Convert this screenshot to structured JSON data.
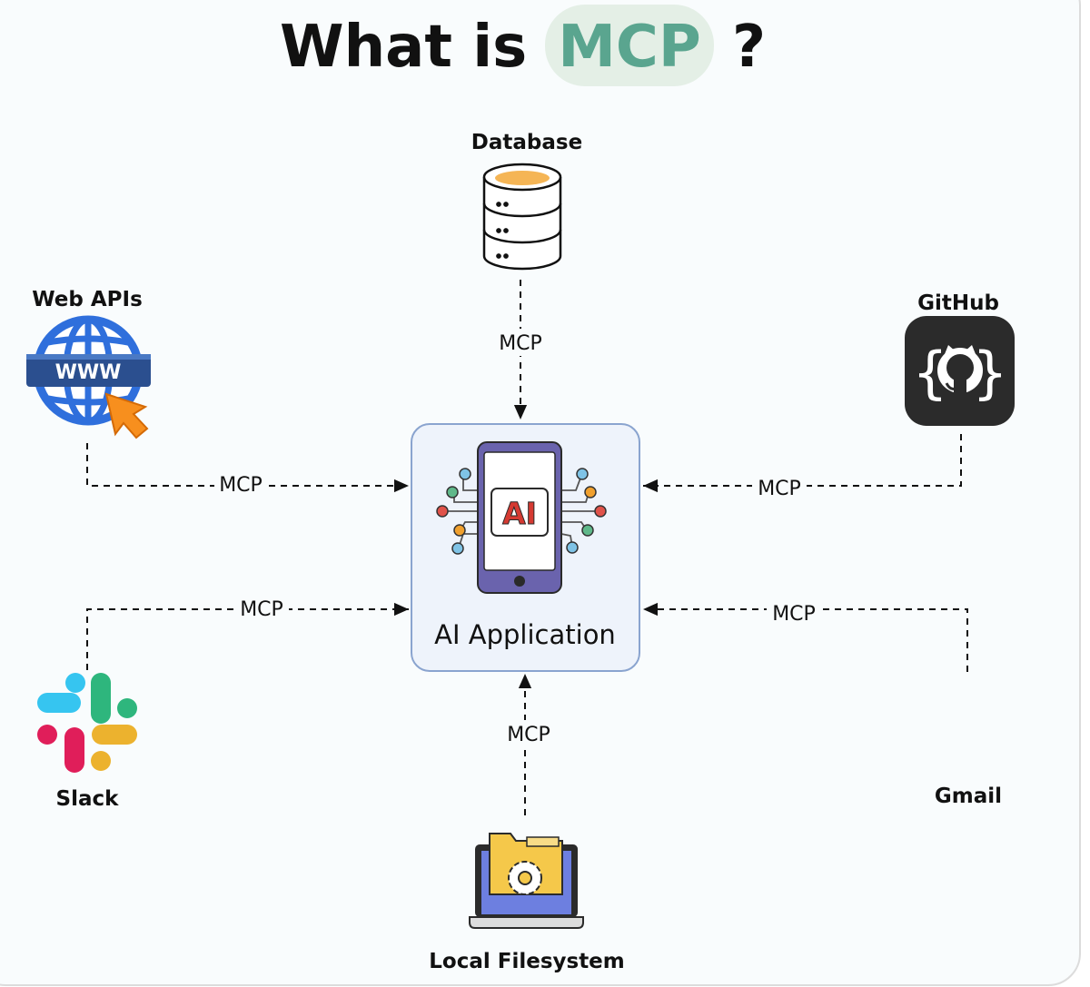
{
  "title": {
    "prefix": "What is",
    "highlight": "MCP",
    "suffix": "?"
  },
  "center": {
    "label": "AI Application",
    "badge": "AI"
  },
  "nodes": {
    "database": "Database",
    "web_apis": "Web APIs",
    "www_text": "WWW",
    "github": "GitHub",
    "slack": "Slack",
    "gmail": "Gmail",
    "filesystem": "Local Filesystem"
  },
  "edges": {
    "database": "MCP",
    "web_apis": "MCP",
    "github": "MCP",
    "slack": "MCP",
    "gmail": "MCP",
    "filesystem": "MCP"
  },
  "colors": {
    "highlight_bg": "#e4efe6",
    "highlight_text": "#5aa58f",
    "center_box_fill": "#eef3fb",
    "center_box_stroke": "#8aa4cf",
    "phone_body": "#6a63ad",
    "ai_red": "#d53a32",
    "globe_blue": "#2f6fdc",
    "www_band": "#2b4f8f",
    "cursor_orange": "#f78f1e",
    "github_bg": "#2b2b2b",
    "db_top": "#f5b555"
  }
}
